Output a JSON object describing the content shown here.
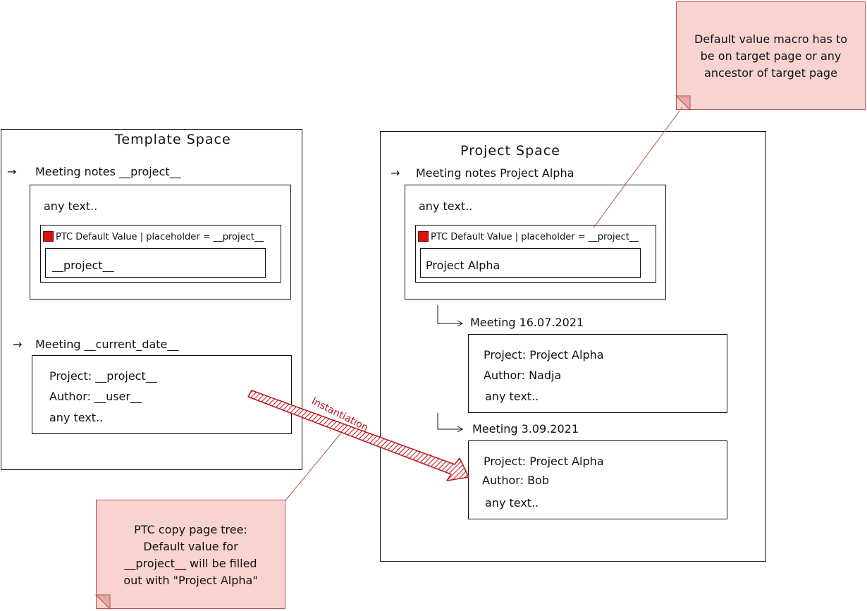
{
  "template_space": {
    "title": "Template  Space",
    "page1": {
      "title": "Meeting notes __project__",
      "body_text": "any text..",
      "macro_label": "PTC Default Value | placeholder = __project__",
      "macro_value": "__project__"
    },
    "page2": {
      "title": "Meeting __current_date__",
      "project_line": "Project: __project__",
      "author_line": "Author: __user__",
      "body_text": "any text.."
    }
  },
  "project_space": {
    "title": "Project  Space",
    "page1": {
      "title": "Meeting notes Project Alpha",
      "body_text": "any text..",
      "macro_label": "PTC Default Value | placeholder = __project__",
      "macro_value": "Project Alpha"
    },
    "child1": {
      "title": "Meeting 16.07.2021",
      "project_line": "Project: Project Alpha",
      "author_line": "Author: Nadja",
      "body_text": "any text.."
    },
    "child2": {
      "title": "Meeting 3.09.2021",
      "project_line": "Project: Project Alpha",
      "author_line": "Author: Bob",
      "body_text": "any text.."
    }
  },
  "instantiation_label": "Instantiation",
  "notes": {
    "top": {
      "line1": "Default value macro has to",
      "line2": "be on target page or any",
      "line3": "ancestor of target page"
    },
    "bottom": {
      "line1": "PTC copy page tree:",
      "line2": "Default value for",
      "line3": "__project__ will be filled",
      "line4": "out with \"Project Alpha\""
    }
  },
  "colors": {
    "note_fill": "#f8d3d0",
    "note_stroke": "#b85450",
    "arrow_red": "#c0121a",
    "macro_icon": "#d9130c"
  }
}
